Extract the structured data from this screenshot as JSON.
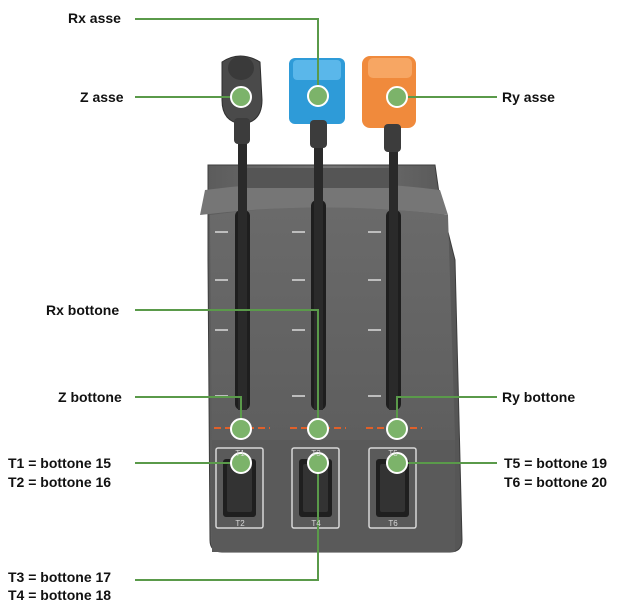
{
  "colors": {
    "callout_line": "#5a9a4a",
    "dot_fill": "#7cb36a",
    "body": "#6b6b6b",
    "body_dark": "#4d4d4d",
    "z_handle": "#4a4a4a",
    "rx_handle": "#2e9bd8",
    "ry_handle": "#f08a3c",
    "detent_line": "#e0602a"
  },
  "labels": {
    "rx_axis": "Rx asse",
    "z_axis": "Z asse",
    "ry_axis": "Ry asse",
    "rx_button": "Rx bottone",
    "z_button": "Z bottone",
    "ry_button": "Ry bottone",
    "t1": "T1 = bottone 15",
    "t2": "T2 = bottone 16",
    "t3": "T3 = bottone 17",
    "t4": "T4 = bottone 18",
    "t5": "T5 = bottone 19",
    "t6": "T6 = bottone 20"
  },
  "toggles": {
    "left_top": "T1",
    "left_bottom": "T2",
    "mid_top": "T3",
    "mid_bottom": "T4",
    "right_top": "T5",
    "right_bottom": "T6"
  }
}
